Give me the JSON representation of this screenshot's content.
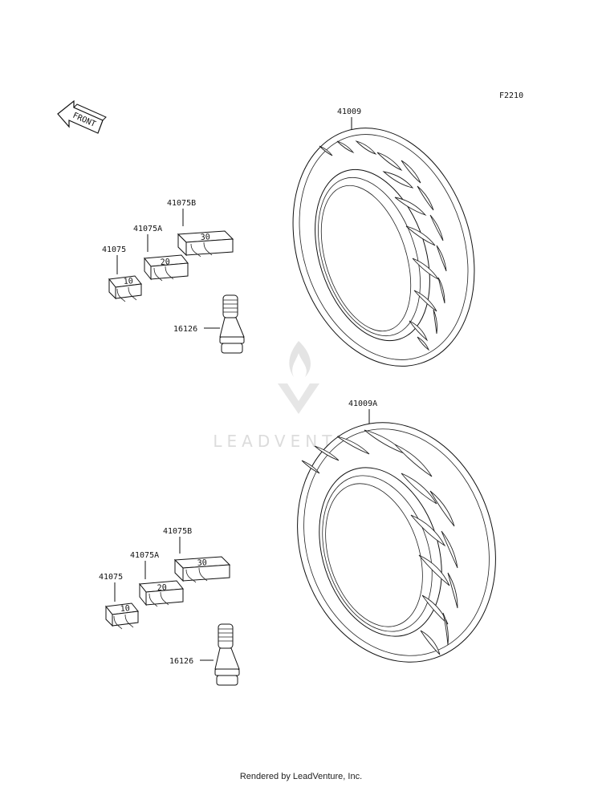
{
  "diagram": {
    "code": "F2210",
    "front_label": "FRONT",
    "watermark": "LEADVENTURE",
    "footer": "Rendered by LeadVenture, Inc.",
    "top_group": {
      "tire": "41009",
      "weight_b": "41075B",
      "weight_a": "41075A",
      "weight": "41075",
      "valve": "16126",
      "weight_b_mark": "30",
      "weight_a_mark": "20",
      "weight_mark": "10"
    },
    "bottom_group": {
      "tire": "41009A",
      "weight_b": "41075B",
      "weight_a": "41075A",
      "weight": "41075",
      "valve": "16126",
      "weight_b_mark": "30",
      "weight_a_mark": "20",
      "weight_mark": "10"
    }
  }
}
